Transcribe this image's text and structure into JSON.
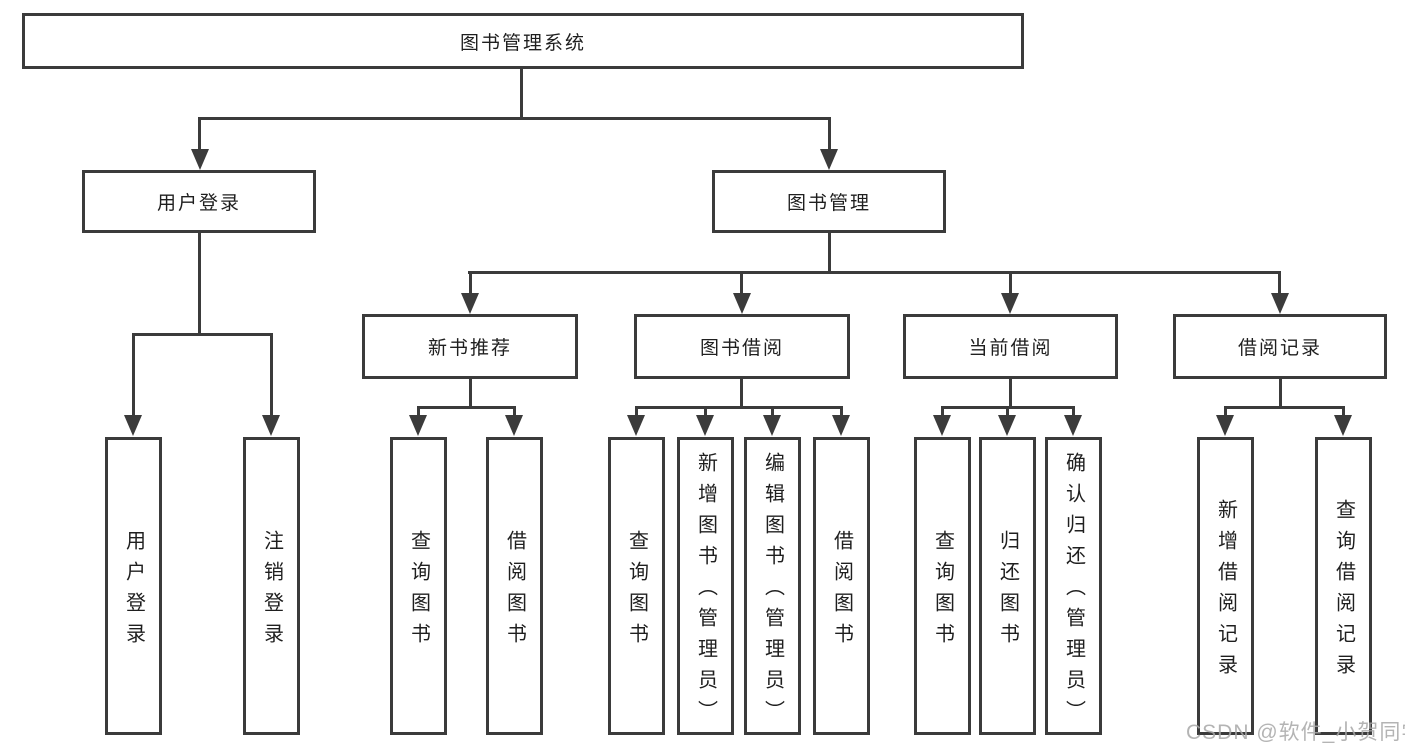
{
  "tree": {
    "root": {
      "label": "图书管理系统"
    },
    "children": [
      {
        "label": "用户登录",
        "children": [
          {
            "label": "用户登录"
          },
          {
            "label": "注销登录"
          }
        ]
      },
      {
        "label": "图书管理",
        "children": [
          {
            "label": "新书推荐",
            "children": [
              {
                "label": "查询图书"
              },
              {
                "label": "借阅图书"
              }
            ]
          },
          {
            "label": "图书借阅",
            "children": [
              {
                "label": "查询图书"
              },
              {
                "label": "新增图书（管理员）"
              },
              {
                "label": "编辑图书（管理员）"
              },
              {
                "label": "借阅图书"
              }
            ]
          },
          {
            "label": "当前借阅",
            "children": [
              {
                "label": "查询图书"
              },
              {
                "label": "归还图书"
              },
              {
                "label": "确认归还（管理员）"
              }
            ]
          },
          {
            "label": "借阅记录",
            "children": [
              {
                "label": "新增借阅记录"
              },
              {
                "label": "查询借阅记录"
              }
            ]
          }
        ]
      }
    ]
  },
  "watermark": {
    "text": "CSDN @软件_小贺同学"
  },
  "colors": {
    "line": "#3b3b3b",
    "text": "#1f1f1f",
    "background": "#ffffff",
    "watermark": "#a8a8a8"
  }
}
